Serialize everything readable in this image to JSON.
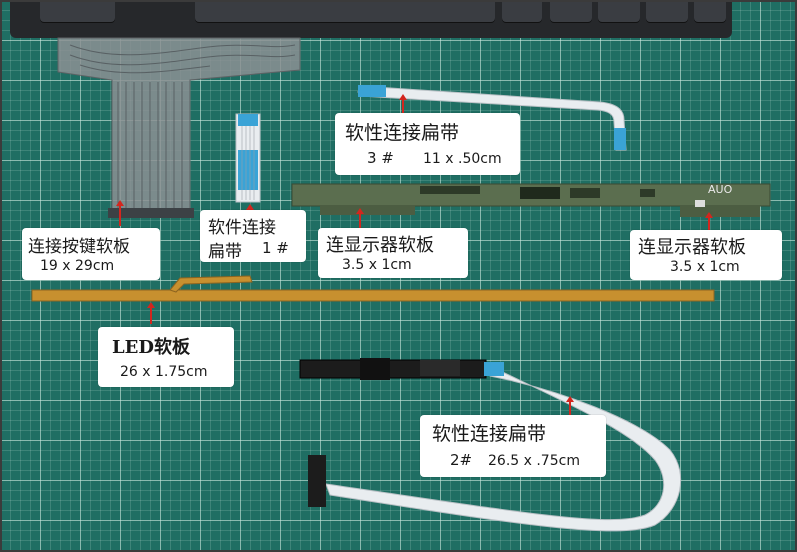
{
  "labels": {
    "keyboard_board": {
      "title": "连接按键软板",
      "size": "19 x 29cm"
    },
    "ribbon1": {
      "line1": "软件连接",
      "line2": "扁带",
      "number": "1 #"
    },
    "ribbon3": {
      "title": "软性连接扁带",
      "number": "3 #",
      "size": "11 x .50cm"
    },
    "display_left": {
      "title": "连显示器软板",
      "size": "3.5 x 1cm"
    },
    "display_right": {
      "title": "连显示器软板",
      "size": "3.5 x 1cm"
    },
    "led": {
      "title": "LED软板",
      "size": "26 x 1.75cm"
    },
    "ribbon2": {
      "title": "软性连接扁带",
      "number": "2#",
      "size": "26.5 x .75cm"
    }
  },
  "board_marking": "AUO",
  "colors": {
    "mat": "#1f6e63",
    "arrow": "#d3261e",
    "pcb": "#5b6e4f",
    "led_strip": "#c7902f",
    "ribbon_white": "#e9edf0",
    "ribbon_blue": "#3aa3d6"
  }
}
